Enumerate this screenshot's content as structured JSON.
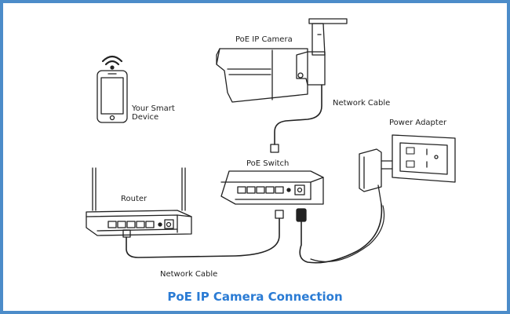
{
  "diagram": {
    "caption": "PoE IP Camera Connection",
    "labels": {
      "camera": "PoE IP Camera",
      "smart_device_line1": "Your Smart",
      "smart_device_line2": "Device",
      "network_cable_top": "Network Cable",
      "power_adapter": "Power Adapter",
      "poe_switch": "PoE Switch",
      "router": "Router",
      "network_cable_bottom": "Network Cable"
    },
    "colors": {
      "frame": "#4c8cc9",
      "caption": "#2a7bd4",
      "line": "#222222"
    },
    "icons": [
      "smartphone-icon",
      "wifi-icon",
      "camera-icon",
      "wall-outlet-icon",
      "power-adapter-icon",
      "poe-switch-icon",
      "router-icon",
      "rj45-plug-icon"
    ]
  }
}
